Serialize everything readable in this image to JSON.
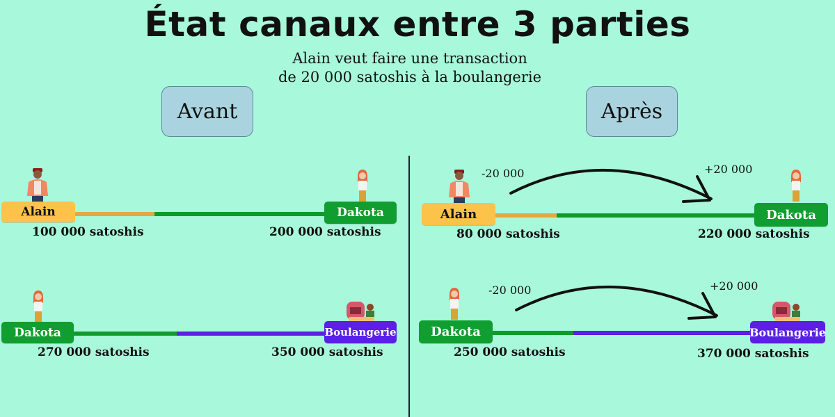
{
  "title": "État canaux entre 3 parties",
  "subtitle_line1": "Alain veut faire une transaction",
  "subtitle_line2": "de 20 000 satoshis à la boulangerie",
  "panels": {
    "before_label": "Avant",
    "after_label": "Après"
  },
  "before": {
    "channel1": {
      "left_name": "Alain",
      "right_name": "Dakota",
      "left_amount": "100 000 satoshis",
      "right_amount": "200 000 satoshis"
    },
    "channel2": {
      "left_name": "Dakota",
      "right_name": "Boulangerie",
      "left_amount": "270 000 satoshis",
      "right_amount": "350 000 satoshis"
    }
  },
  "after": {
    "channel1": {
      "left_name": "Alain",
      "right_name": "Dakota",
      "left_amount": "80 000 satoshis",
      "right_amount": "220 000 satoshis",
      "left_delta": "-20 000",
      "right_delta": "+20 000"
    },
    "channel2": {
      "left_name": "Dakota",
      "right_name": "Boulangerie",
      "left_amount": "250 000 satoshis",
      "right_amount": "370 000 satoshis",
      "left_delta": "-20 000",
      "right_delta": "+20 000"
    }
  },
  "colors": {
    "background": "#a8f8dc",
    "alain": "#fcc24a",
    "dakota": "#0f9e2f",
    "boulangerie": "#5b1fe6",
    "panel": "#a9d4df"
  }
}
